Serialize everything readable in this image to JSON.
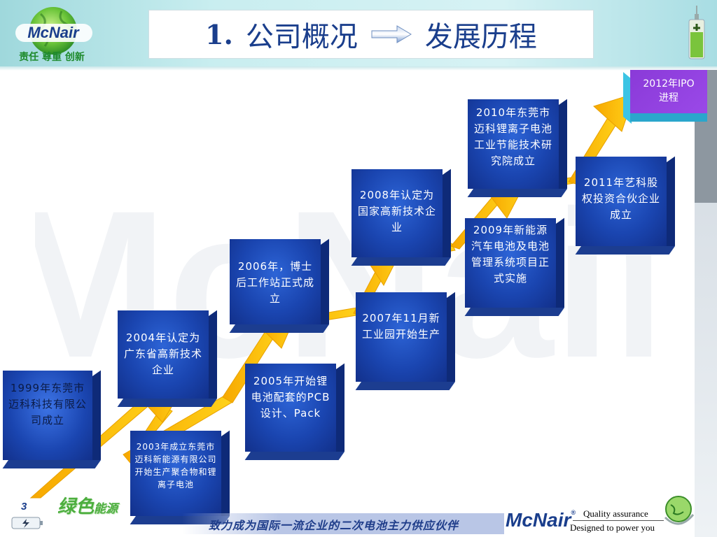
{
  "title": {
    "number": "1.",
    "section": "公司概况",
    "subsection": "发展历程"
  },
  "logo": {
    "brand": "McNair",
    "motto": "责任 尊重 创新"
  },
  "watermark": "McNair",
  "milestones": [
    {
      "id": "m1999",
      "text": "1999年东莞市迈科科技有限公司成立"
    },
    {
      "id": "m2003",
      "text": "2003年成立东莞市迈科新能源有限公司开始生产聚合物和锂离子电池"
    },
    {
      "id": "m2004",
      "text": "2004年认定为广东省高新技术企业"
    },
    {
      "id": "m2005",
      "text": "2005年开始锂电池配套的PCB设计、Pack"
    },
    {
      "id": "m2006",
      "text": "2006年，博士后工作站正式成立"
    },
    {
      "id": "m2007",
      "text": "2007年11月新工业园开始生产"
    },
    {
      "id": "m2008",
      "text": "2008年认定为国家高新技术企业"
    },
    {
      "id": "m2009",
      "text": "2009年新能源汽车电池及电池管理系统项目正式实施"
    },
    {
      "id": "m2010",
      "text": "2010年东莞市迈科锂离子电池工业节能技术研究院成立"
    },
    {
      "id": "m2011",
      "text": "2011年艺科股权投资合伙企业成立"
    },
    {
      "id": "m2012",
      "text": "2012年IPO进程"
    }
  ],
  "footer": {
    "page_number": "3",
    "green_brand_big": "绿色",
    "green_brand_small": "能源",
    "slogan": "致力成为国际一流企业的二次电池主力供应伙伴",
    "logo": "McNair",
    "registered": "®",
    "quality": "Quality assurance",
    "designed": "Designed to power  you"
  },
  "colors": {
    "box_blue": "#1a45b0",
    "arrow_yellow": "#ffc20e",
    "title_blue": "#1a3e8c",
    "ipo_purple": "#9a49e8",
    "green": "#4cae3e"
  }
}
